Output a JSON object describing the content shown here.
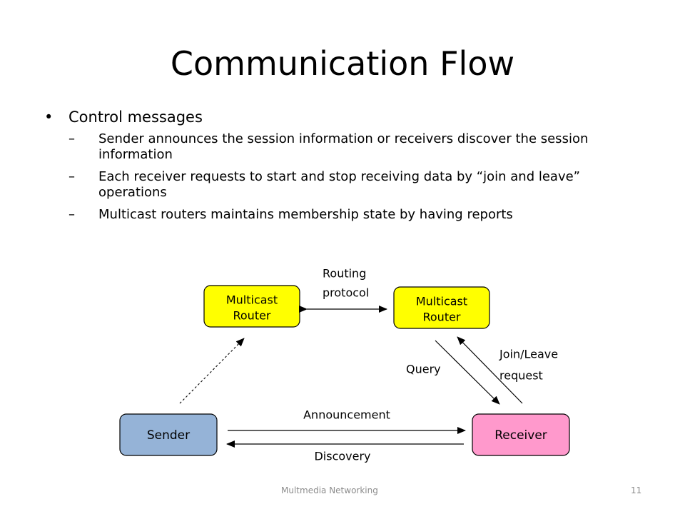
{
  "slide": {
    "title": "Communication Flow",
    "bullets": [
      {
        "text": "Control messages",
        "sub": [
          "Sender announces the session information or receivers discover the session information",
          "Each receiver requests to start and stop receiving data by “join and leave” operations",
          "Multicast routers maintains membership state by having reports"
        ]
      }
    ],
    "footer": {
      "text": "Multmedia Networking",
      "page": "11"
    }
  },
  "diagram": {
    "router_left": {
      "line1": "Multicast",
      "line2": "Router",
      "color": "#ffff00"
    },
    "router_right": {
      "line1": "Multicast",
      "line2": "Router",
      "color": "#ffff00"
    },
    "sender": {
      "label": "Sender",
      "color": "#95b3d7"
    },
    "receiver": {
      "label": "Receiver",
      "color": "#ff99cc"
    },
    "labels": {
      "routing_line1": "Routing",
      "routing_line2": "protocol",
      "query": "Query",
      "join_leave_line1": "Join/Leave",
      "join_leave_line2": "request",
      "announcement": "Announcement",
      "discovery": "Discovery"
    }
  }
}
